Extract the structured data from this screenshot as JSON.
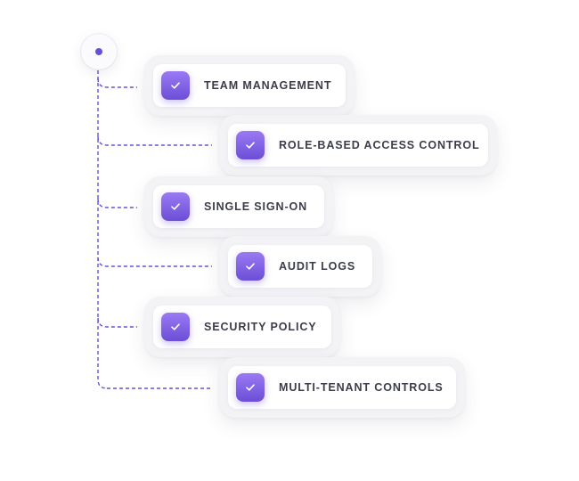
{
  "accent_color": "#6c4ed7",
  "connector_color": "#6a4fd6",
  "features": [
    {
      "label": "TEAM MANAGEMENT",
      "icon": "checkmark-icon",
      "checked": true
    },
    {
      "label": "ROLE-BASED ACCESS CONTROL",
      "icon": "checkmark-icon",
      "checked": true
    },
    {
      "label": "SINGLE SIGN-ON",
      "icon": "checkmark-icon",
      "checked": true
    },
    {
      "label": "AUDIT LOGS",
      "icon": "checkmark-icon",
      "checked": true
    },
    {
      "label": "SECURITY POLICY",
      "icon": "checkmark-icon",
      "checked": true
    },
    {
      "label": "MULTI-TENANT CONTROLS",
      "icon": "checkmark-icon",
      "checked": true
    }
  ]
}
